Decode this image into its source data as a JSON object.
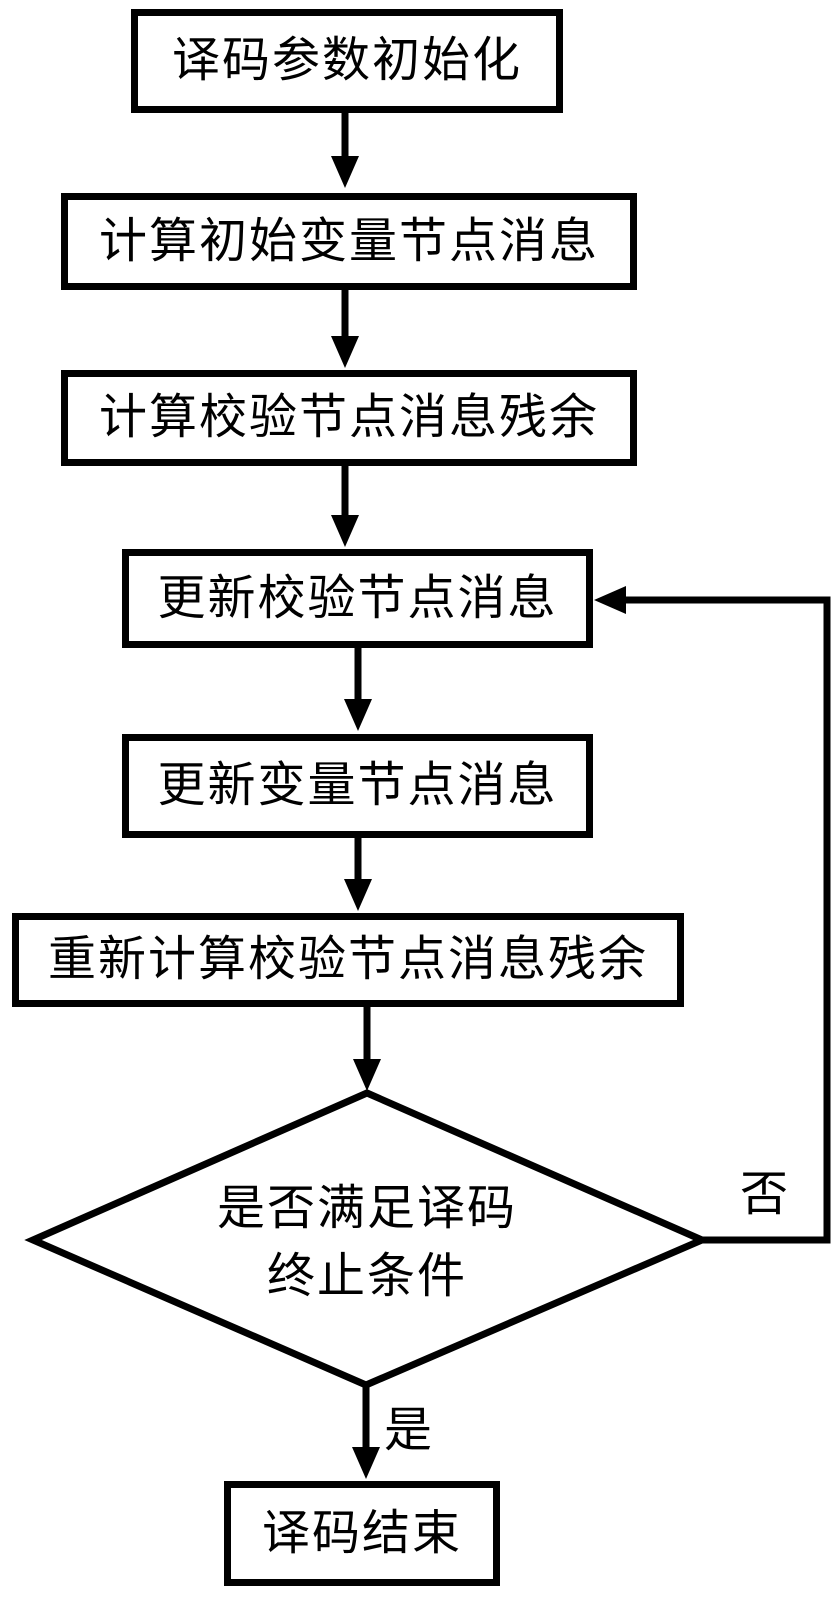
{
  "diagram": {
    "type": "flowchart",
    "background_color": "#ffffff",
    "stroke_color": "#000000",
    "text_color": "#000000",
    "nodes": [
      {
        "id": "init",
        "shape": "rect",
        "label": "译码参数初始化"
      },
      {
        "id": "calc-initial-variable-msg",
        "shape": "rect",
        "label": "计算初始变量节点消息"
      },
      {
        "id": "calc-check-msg-residual",
        "shape": "rect",
        "label": "计算校验节点消息残余"
      },
      {
        "id": "update-check-msg",
        "shape": "rect",
        "label": "更新校验节点消息"
      },
      {
        "id": "update-variable-msg",
        "shape": "rect",
        "label": "更新变量节点消息"
      },
      {
        "id": "recalc-check-msg-residual",
        "shape": "rect",
        "label": "重新计算校验节点消息残余"
      },
      {
        "id": "termination-decision",
        "shape": "diamond",
        "label": "是否满足译码\n终止条件"
      },
      {
        "id": "end",
        "shape": "rect",
        "label": "译码结束"
      }
    ],
    "edge_labels": {
      "no": "否",
      "yes": "是"
    }
  }
}
